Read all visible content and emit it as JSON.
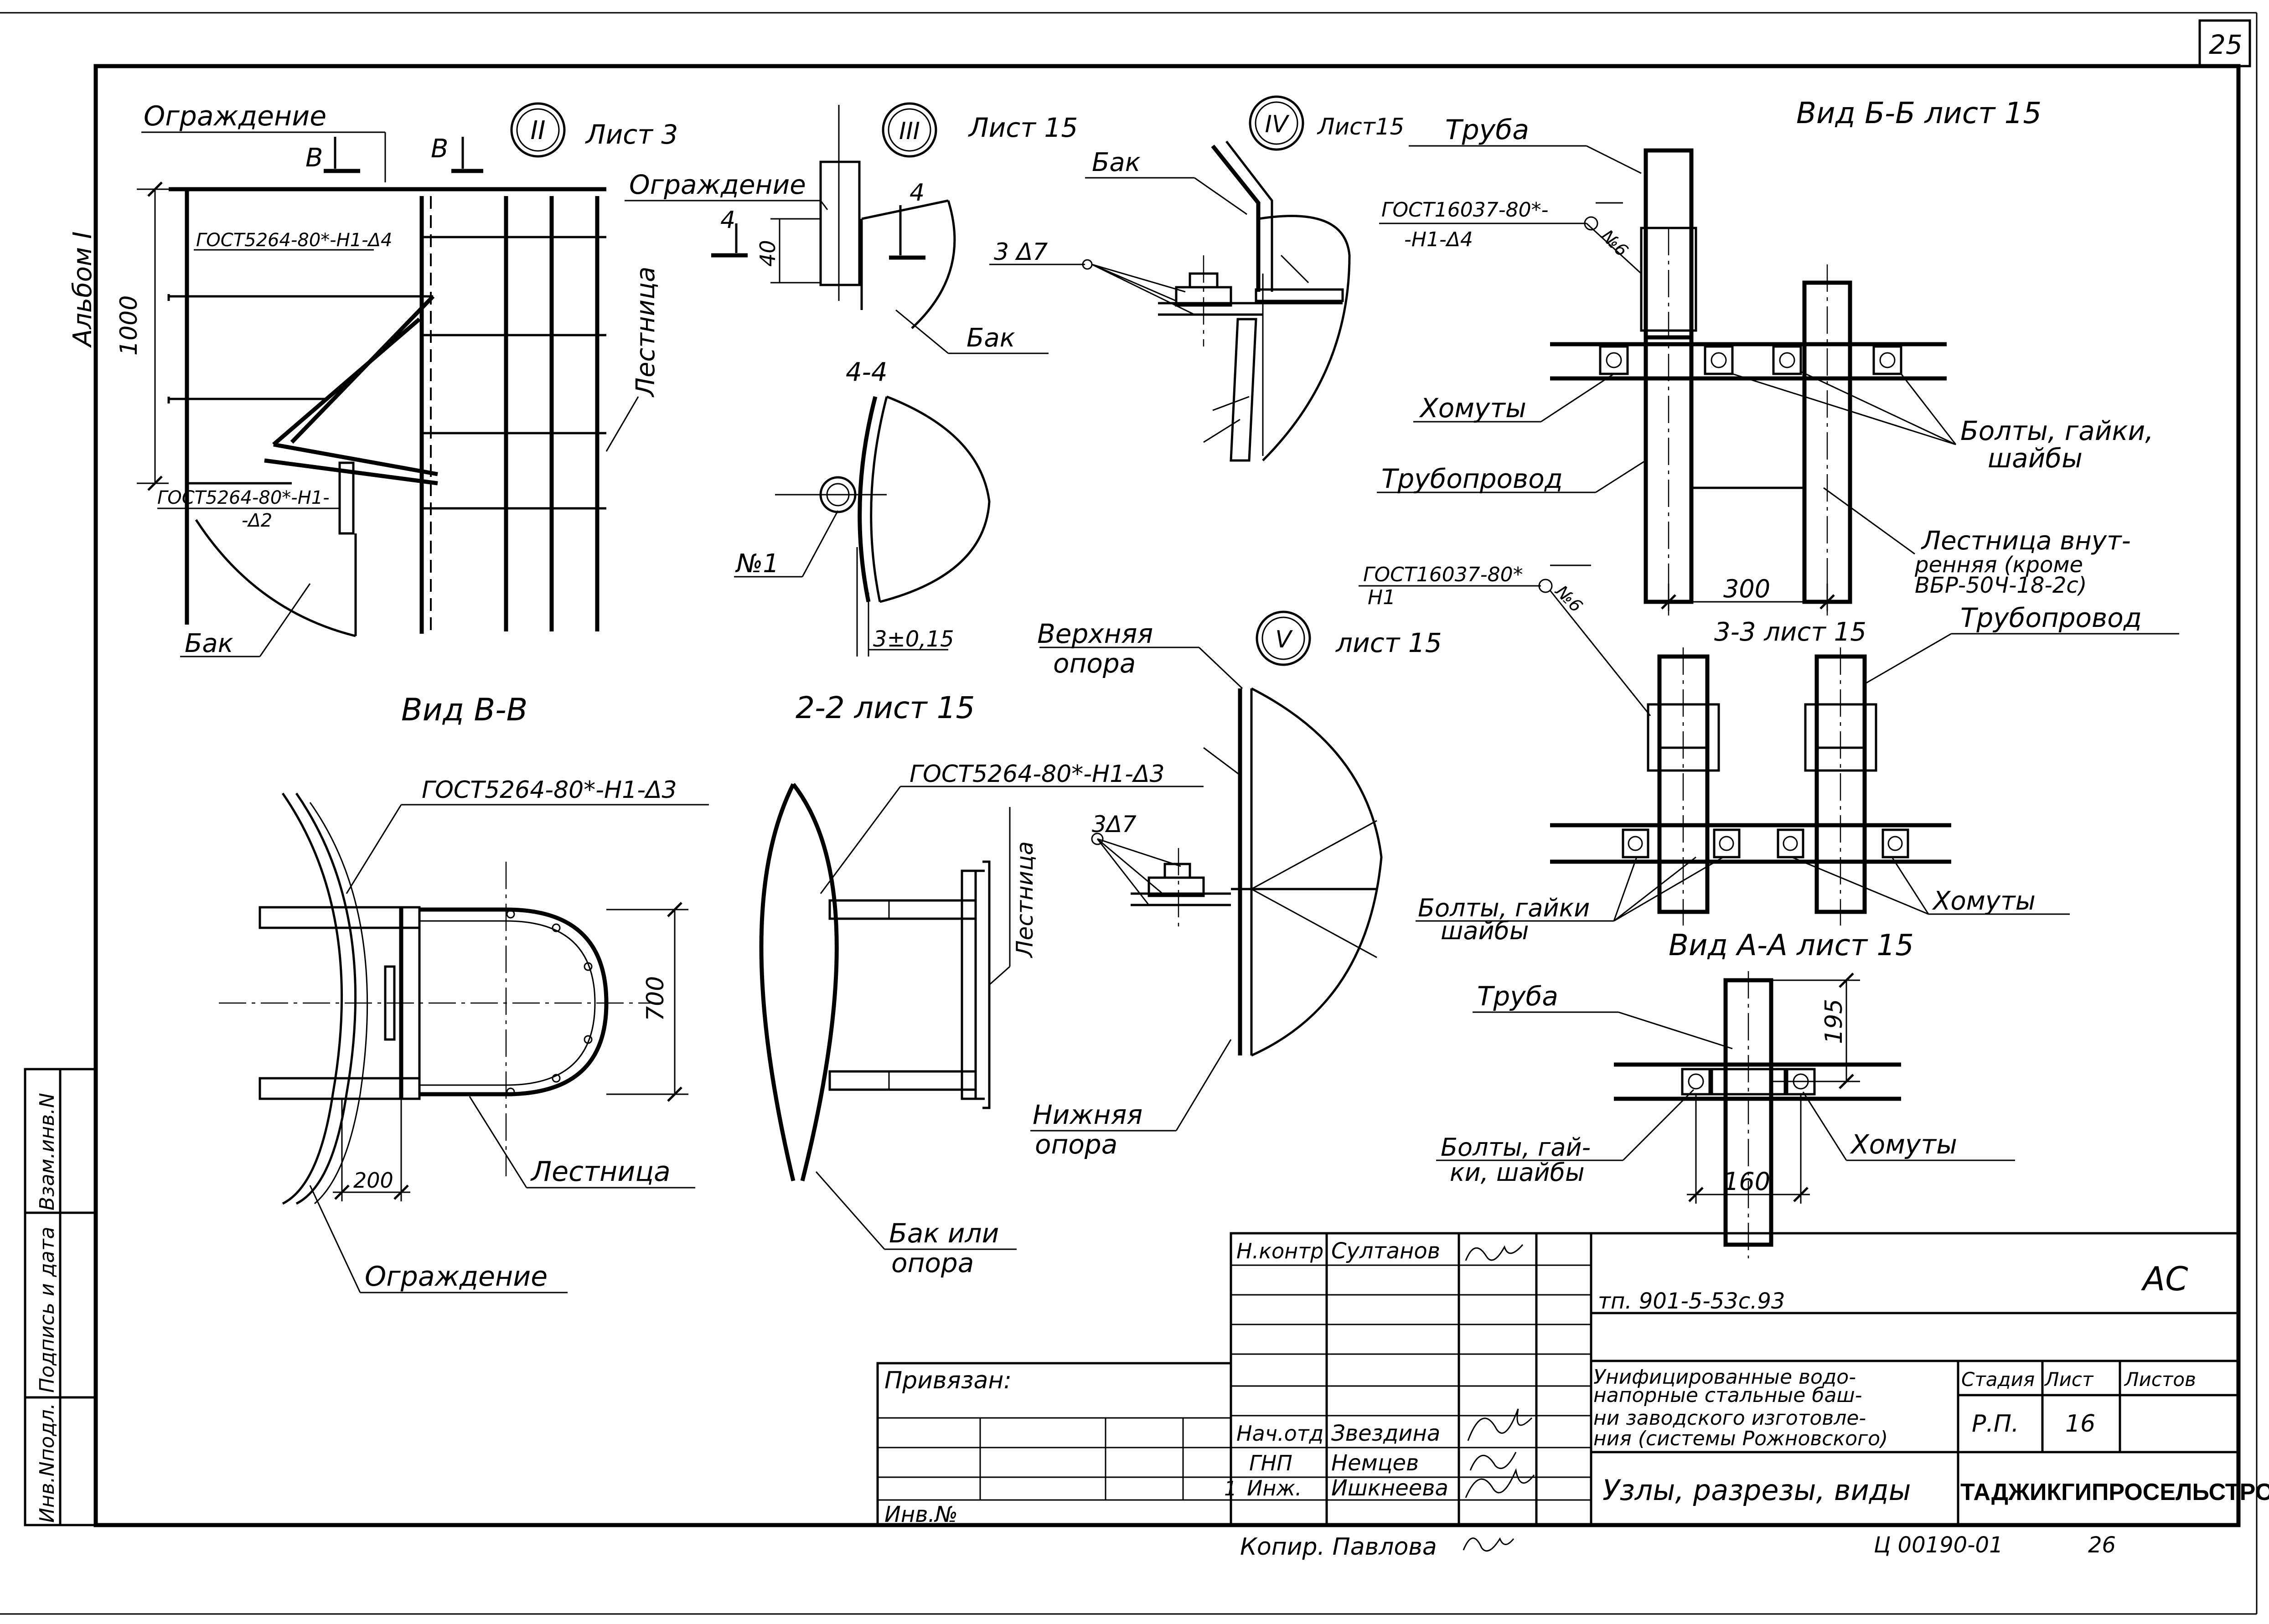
{
  "sheet": {
    "page_number": "25",
    "album_label": "Альбом I"
  },
  "margin_stamps": {
    "vzam_inv": "Взам.инв.N",
    "podpis_data": "Подпись и дата",
    "inv_podl": "Инв.Nподл."
  },
  "views": {
    "node2": {
      "ref_numeral": "II",
      "ref_sheet": "Лист 3",
      "labels": [
        "Ограждение",
        "В",
        "В",
        "ГОСТ5264-80*-Н1-Δ4",
        "ГОСТ5264-80*-Н1-",
        "-Δ2",
        "Бак",
        "Лестница"
      ],
      "dim_height": "1000",
      "title": "Вид В-В"
    },
    "node3": {
      "ref_numeral": "III",
      "ref_sheet": "Лист 15",
      "labels": [
        "Ограждение",
        "4",
        "4",
        "40",
        "Бак"
      ],
      "section_label": "4-4",
      "weld_tag": "№1",
      "dim_gap": "3±0,15",
      "title": "2-2 лист 15"
    },
    "node4": {
      "ref_numeral": "IV",
      "ref_sheet": "Лист15",
      "labels": [
        "Бак",
        "3 Δ7"
      ]
    },
    "node5": {
      "ref_numeral": "V",
      "ref_sheet": "лист 15",
      "labels": [
        "Верхняя",
        "опора",
        "3Δ7",
        "Нижняя",
        "опора"
      ]
    },
    "view_bb": {
      "title": "Вид Б-Б лист 15",
      "labels": [
        "Труба",
        "ГОСТ16037-80*-",
        "-Н1-Δ4",
        "№6",
        "Хомуты",
        "Трубопровод",
        "Болты, гайки,",
        "шайбы",
        "Лестница внут-",
        "ренняя (кроме",
        "ВБР-50Ч-18-2с)",
        "ГОСТ16037-80*",
        "Н1",
        "№6"
      ],
      "dim_spacing": "300"
    },
    "view_33": {
      "title": "3-3 лист 15",
      "labels": [
        "Трубопровод",
        "Болты, гайки",
        "шайбы",
        "Хомуты"
      ]
    },
    "view_aa": {
      "title": "Вид А-А лист 15",
      "labels": [
        "Труба",
        "Болты, гай-",
        "ки, шайбы",
        "Хомуты"
      ],
      "dim_height": "195",
      "dim_width": "160"
    },
    "view_vv_plan": {
      "labels": [
        "ГОСТ5264-80*-Н1-Δ3",
        "Лестница",
        "Ограждение"
      ],
      "dim_width": "700",
      "dim_offset": "200"
    },
    "view_22": {
      "labels": [
        "ГОСТ5264-80*-Н1-Δ3",
        "Лестница",
        "Бак или",
        "опора"
      ]
    }
  },
  "title_block": {
    "roles": [
      "Н.контр",
      "Нач.отд",
      "ГНП",
      "Инж."
    ],
    "names": [
      "Султанов",
      "Звездина",
      "Немцев",
      "Ишкнеева"
    ],
    "project_code": "тп. 901-5-53с.93",
    "doc_mark": "АС",
    "project_title": [
      "Унифицированные водо-",
      "напорные стальные баш-",
      "ни заводского изготовле-",
      "ния (системы Рожновского)"
    ],
    "sheet_title": "Узлы, разрезы, виды",
    "col_headers": [
      "Стадия",
      "Лист",
      "Листов"
    ],
    "stage": "Р.П.",
    "sheet_no": "16",
    "sheets_total": "",
    "organization": "ТАДЖИКГИПРОСЕЛЬСТРОЙ",
    "privyazan": "Привязан:",
    "inv_no": "Инв.№",
    "row_mark": "1"
  },
  "footer": {
    "copied_by": "Копир. Павлова",
    "archive_code": "Ц 00190-01",
    "archive_sheet": "26"
  }
}
